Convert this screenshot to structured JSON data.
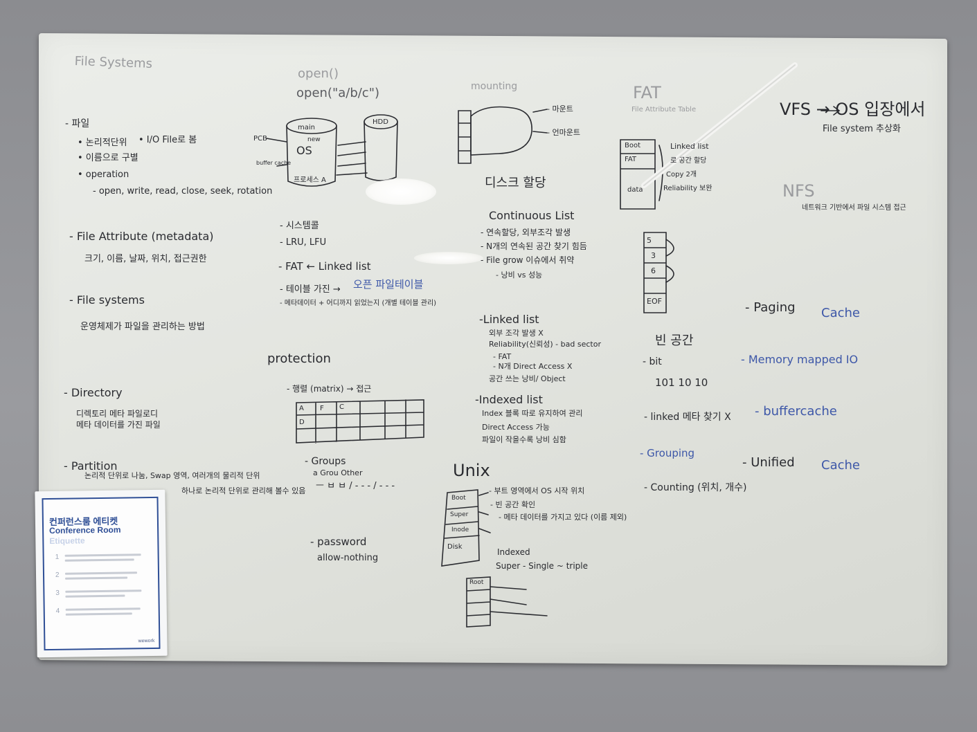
{
  "board": {
    "top_left_title": "File Systems",
    "col1": {
      "h_file": "- 파일",
      "b1": "• 논리적단위",
      "b1b": "• I/O File로 봄",
      "b2": "• 이름으로 구별",
      "b3": "• operation",
      "b3_detail": "- open, write, read, close, seek, rotation",
      "h_attr": "- File Attribute (metadata)",
      "attr_detail": "크기, 이름, 날짜, 위치, 접근권한",
      "h_fs": "- File systems",
      "fs_detail": "운영체제가 파일을 관리하는 방법",
      "h_dir": "- Directory",
      "dir_d1": "디렉토리 메타 파일로디",
      "dir_d2": "메타 데이터를 가진 파일",
      "h_part": "- Partition",
      "part_d1": "논리적 단위로 나눔, Swap 영역, 여러개의 물리적 단위",
      "part_d2": "하나로 논리적 단위로 관리해 볼수 있음"
    },
    "col2": {
      "open1": "open()",
      "open2": "open(\"a/b/c\")",
      "disk_main": "main",
      "disk_hdd": "HDD",
      "disk_os": "OS",
      "disk_new": "new",
      "label_pcb": "PCB",
      "label_buffer": "buffer cache",
      "label_proc": "프로세스 A",
      "l1": "- 시스템콜",
      "l2": "- LRU, LFU",
      "fat_link": "- FAT ← Linked list",
      "fat_table": "- 테이블 가진 →",
      "fat_table_blue": "오픈 파일테이블",
      "fat_meta": "- 메타데이터 + 어디까지 읽었는지 (개별 테이블 관리)",
      "protection": "protection",
      "matrix": "- 행렬 (matrix) → 접근",
      "grid_a": "A",
      "grid_f": "F",
      "grid_c": "C",
      "grid_d": "D",
      "groups": "- Groups",
      "groups_row": "ㅡ ㅂ ㅂ / - - - / - - -",
      "groups_cols": "a  Grou  Other",
      "password": "- password",
      "password_d": "allow-nothing"
    },
    "col3": {
      "mounting": "mounting",
      "m1": "- 마운트",
      "m2": "- 언마운트",
      "alloc": "디스크 할당",
      "cont": "Continuous List",
      "cont_d1": "- 연속할당, 외부조각 발생",
      "cont_d2": "- N개의 연속된 공간 찾기 힘듬",
      "cont_d3": "- File grow 이슈에서 취약",
      "cont_d4": "- 낭비 vs 성능",
      "linked": "-Linked list",
      "linked_d1": "외부 조각 발생 X",
      "linked_d2": "Reliability(신뢰성) - bad sector",
      "linked_d3": "- FAT",
      "linked_d4": "- N개 Direct Access X",
      "linked_d5": "공간 쓰는 낭비/ Object",
      "indexed": "-Indexed list",
      "indexed_d1": "Index 블록 따로 유지하여 관리",
      "indexed_d2": "Direct Access 가능",
      "indexed_d3": "파일이 작을수록 낭비 심함",
      "unix": "Unix",
      "u1": "- 부트 영역에서 OS 시작 위치",
      "u2": "- 빈 공간 확인",
      "u3": "- 메타 데이터를 가지고 있다 (이름 제외)",
      "u_stack1": "Boot",
      "u_stack2": "Super",
      "u_stack3": "Inode",
      "u_stack4": "Disk",
      "indexed2": "Indexed",
      "super": "Super - Single ~ triple",
      "root": "Root"
    },
    "col4": {
      "fat": "FAT",
      "fat_sub": "File Attribute Table",
      "fat_boot": "Boot",
      "fat_fat": "FAT",
      "fat_data": "data",
      "fat_note1": "Linked list",
      "fat_note2": "로 공간 할당",
      "fat_note3": "Copy 2개",
      "fat_note4": "Reliability 보완",
      "b1": "5",
      "b2": "3",
      "b3": "6",
      "b4": "EOF",
      "free": "빈 공간",
      "bit": "- bit",
      "bits": "101 10 10",
      "linked_free": "- linked 메타 찾기 X",
      "grouping": "- Grouping",
      "counting": "- Counting (위치, 개수)"
    },
    "col5": {
      "vfs": "VFS → OS 입장에서",
      "vfs2": "File system 추상화",
      "nfs": "NFS",
      "nfs_d": "네트워크 기반에서 파일 시스템 접근",
      "paging": "- Paging",
      "paging_blue": "Cache",
      "mmio": "- Memory mapped IO",
      "buffer": "- buffercache",
      "unified": "- Unified",
      "unified_blue": "Cache"
    }
  },
  "poster": {
    "title_ko": "컨퍼런스룸 에티켓",
    "title_en": "Conference Room",
    "title_en2": "Etiquette",
    "n1": "1",
    "n2": "2",
    "n3": "3",
    "n4": "4",
    "brand": "wework"
  },
  "colors": {
    "ink": "#2a2b30",
    "blue_marker": "#3d57a8",
    "board": "#e4e6e1",
    "wall": "#8e8f93"
  }
}
